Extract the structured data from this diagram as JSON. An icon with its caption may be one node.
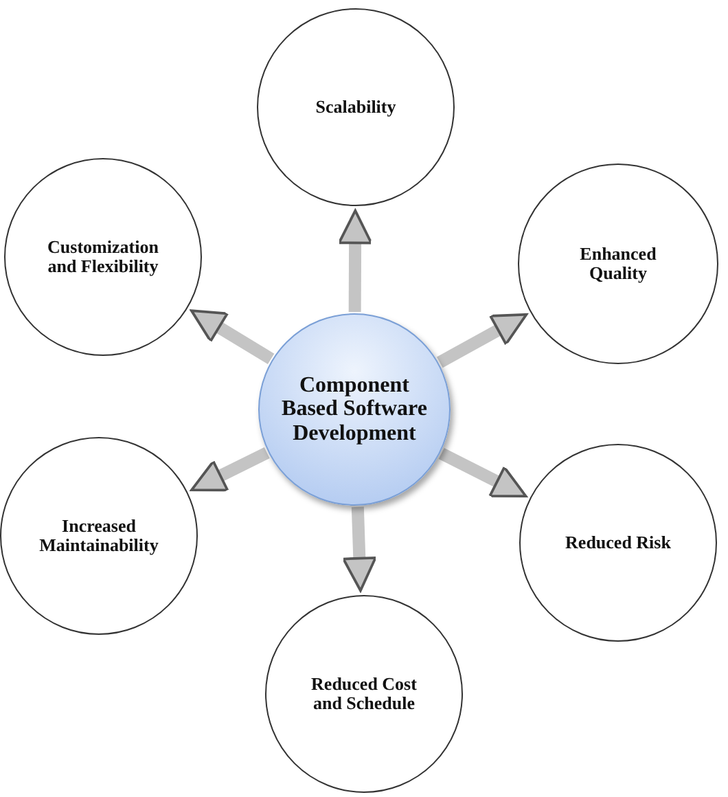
{
  "diagram": {
    "nodes": [
      {
        "text": [
          "Component Based Software Development"
        ]
      },
      {
        "text": [
          "Scalability"
        ]
      },
      {
        "text": [
          "Enhanced Quality"
        ]
      },
      {
        "text": [
          "Reduced Risk"
        ]
      },
      {
        "text": [
          "Reduced Cost and Schedule"
        ]
      },
      {
        "text": [
          "Increased Maintainability"
        ]
      },
      {
        "text": [
          "Customization and Flexibility"
        ]
      }
    ],
    "edges": [
      {
        "from": 0,
        "to": 1,
        "arrow": "to"
      },
      {
        "from": 0,
        "to": 2,
        "arrow": "to"
      },
      {
        "from": 0,
        "to": 3,
        "arrow": "to"
      },
      {
        "from": 0,
        "to": 4,
        "arrow": "to"
      },
      {
        "from": 0,
        "to": 5,
        "arrow": "to"
      },
      {
        "from": 0,
        "to": 6,
        "arrow": "to"
      }
    ]
  }
}
